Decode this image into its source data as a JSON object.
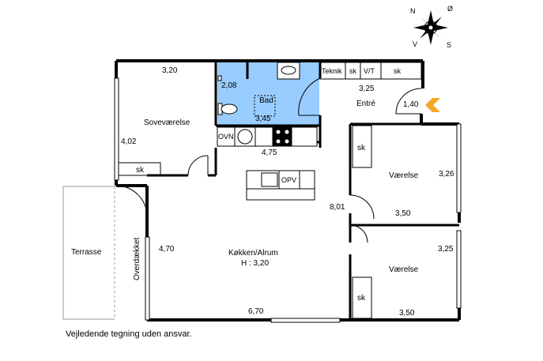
{
  "compass": {
    "north": "N",
    "east": "Ø",
    "south": "S",
    "west": "V"
  },
  "rooms": {
    "sovevaerelse": {
      "name": "Soveværelse",
      "width": "3,20",
      "depth": "4,02",
      "closet": "sk"
    },
    "bad": {
      "name": "Bad",
      "width": "2,08",
      "depth": "3,45"
    },
    "entre": {
      "name": "Entré",
      "width": "3,25",
      "hall_width": "1,40"
    },
    "entry_closets": [
      "Teknik",
      "sk",
      "V/T",
      "sk"
    ],
    "kitchen_row": {
      "oven": "OVN",
      "width": "4,75"
    },
    "kitchen_island": {
      "dishwasher": "OPV"
    },
    "vaerelse1": {
      "name": "Værelse",
      "width": "3,50",
      "depth": "3,26",
      "closet": "sk"
    },
    "vaerelse2": {
      "name": "Værelse",
      "width": "3,50",
      "depth": "3,25",
      "closet": "sk"
    },
    "koekken": {
      "name": "Køkken/Alrum",
      "height": "H : 3,20",
      "width": "6,70",
      "depth": "4,70",
      "side": "8,01"
    },
    "terrasse": {
      "name": "Terrasse"
    },
    "overdaekket": {
      "name": "Overdækket"
    }
  },
  "colors": {
    "bathroom": "#99ccff",
    "entrance_arrow": "#f5a623",
    "wall": "#000000"
  },
  "caption": "Vejledende tegning uden ansvar."
}
